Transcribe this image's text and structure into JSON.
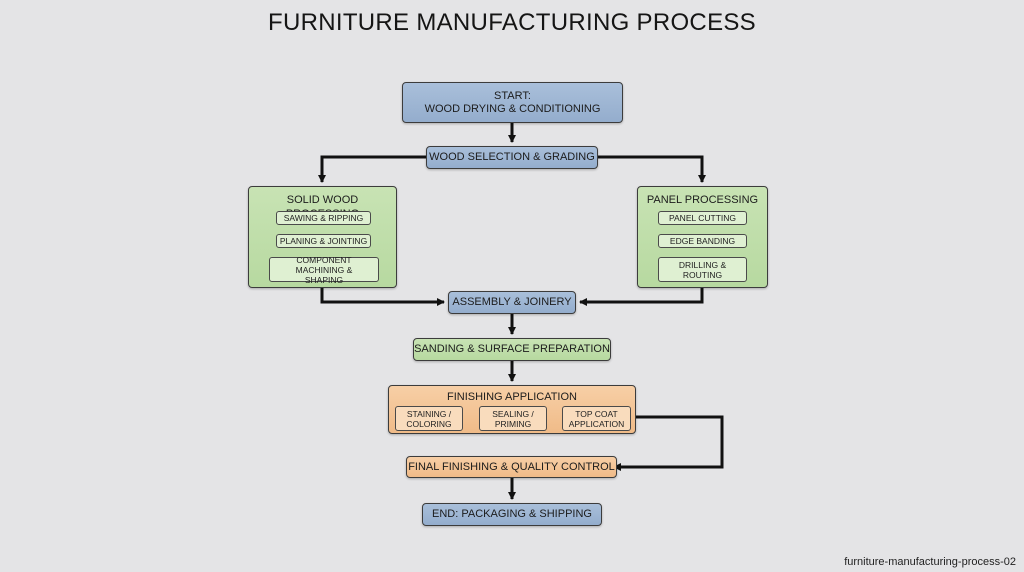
{
  "title": "FURNITURE MANUFACTURING PROCESS",
  "footer": "furniture-manufacturing-process-02",
  "colors": {
    "blue": "#9fb7d4",
    "green": "#bfdea9",
    "orange": "#f3c495",
    "background": "#e4e4e6",
    "connector": "#111111"
  },
  "nodes": {
    "start": {
      "line1": "START:",
      "line2": "WOOD DRYING & CONDITIONING"
    },
    "selection": "WOOD SELECTION & GRADING",
    "solid": {
      "title": "SOLID WOOD PROCESSING",
      "steps": [
        "SAWING & RIPPING",
        "PLANING & JOINTING",
        "COMPONENT MACHINING & SHAPING"
      ]
    },
    "panel": {
      "title": "PANEL PROCESSING",
      "steps": [
        "PANEL CUTTING",
        "EDGE BANDING",
        "DRILLING & ROUTING"
      ]
    },
    "assembly": "ASSEMBLY & JOINERY",
    "sanding": "SANDING & SURFACE PREPARATION",
    "finishing": {
      "title": "FINISHING APPLICATION",
      "steps": [
        "STAINING / COLORING",
        "SEALING / PRIMING",
        "TOP COAT APPLICATION"
      ]
    },
    "final": "FINAL FINISHING & QUALITY CONTROL",
    "end": "END: PACKAGING & SHIPPING"
  }
}
